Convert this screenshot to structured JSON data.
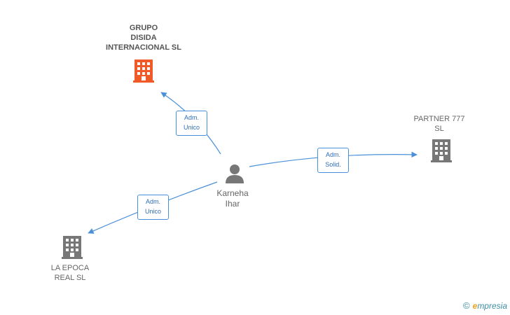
{
  "nodes": {
    "grupo_disida": {
      "label": "GRUPO\nDISIDA\nINTERNACIONAL SL",
      "icon": "building-icon",
      "color": "#f05a28"
    },
    "partner_777": {
      "label": "PARTNER 777\nSL",
      "icon": "building-icon",
      "color": "#777777"
    },
    "la_epoca": {
      "label": "LA EPOCA\nREAL SL",
      "icon": "building-icon",
      "color": "#777777"
    },
    "person": {
      "label": "Karneha\nIhar",
      "icon": "person-icon",
      "color": "#777777"
    }
  },
  "edges": {
    "to_grupo": {
      "label": "Adm.\nUnico"
    },
    "to_partner": {
      "label": "Adm.\nSolid."
    },
    "to_epoca": {
      "label": "Adm.\nUnico"
    }
  },
  "colors": {
    "edge": "#4a90d9"
  },
  "footer": {
    "copyright": "©",
    "brand_initial": "e",
    "brand_rest": "mpresia"
  }
}
